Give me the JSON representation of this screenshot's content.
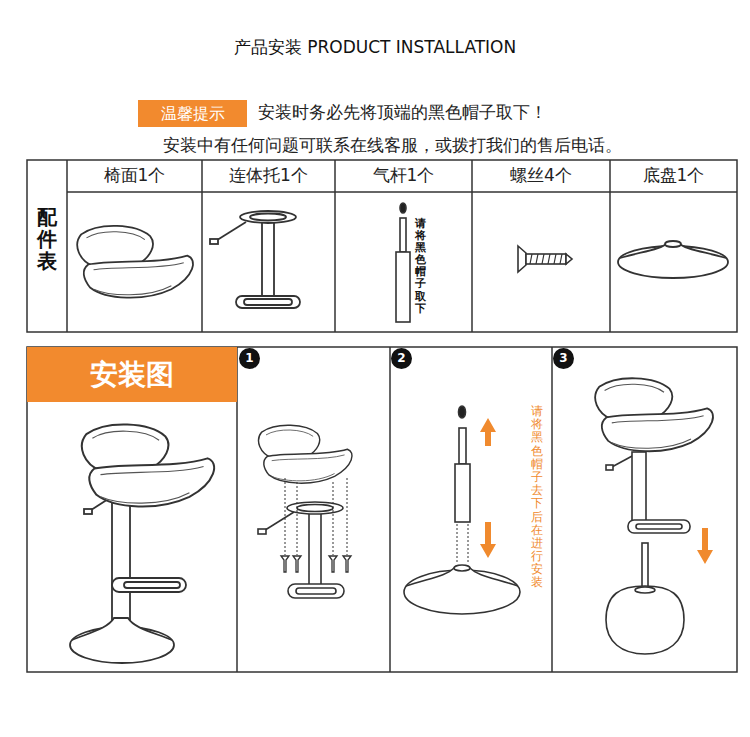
{
  "diagram": {
    "title": "产品安装 PRODUCT INSTALLATION",
    "nodes": [
      {
        "text": [
          "温馨提示"
        ]
      },
      {
        "text": [
          "安装图"
        ]
      },
      {
        "text": [
          "1"
        ]
      },
      {
        "text": [
          "2"
        ]
      },
      {
        "text": [
          "3"
        ]
      }
    ],
    "labels": [
      "安装时务必先将顶端的黑色帽子取下！",
      "安装中有任何问题可联系在线客服，或拨打我们的售后电话。",
      "配件表",
      "椅面1个",
      "连体托1个",
      "气杆1个",
      "螺丝4个",
      "底盘1个",
      "请将黑色帽子取下",
      "请将黑色帽子去下后在进行安装"
    ]
  }
}
